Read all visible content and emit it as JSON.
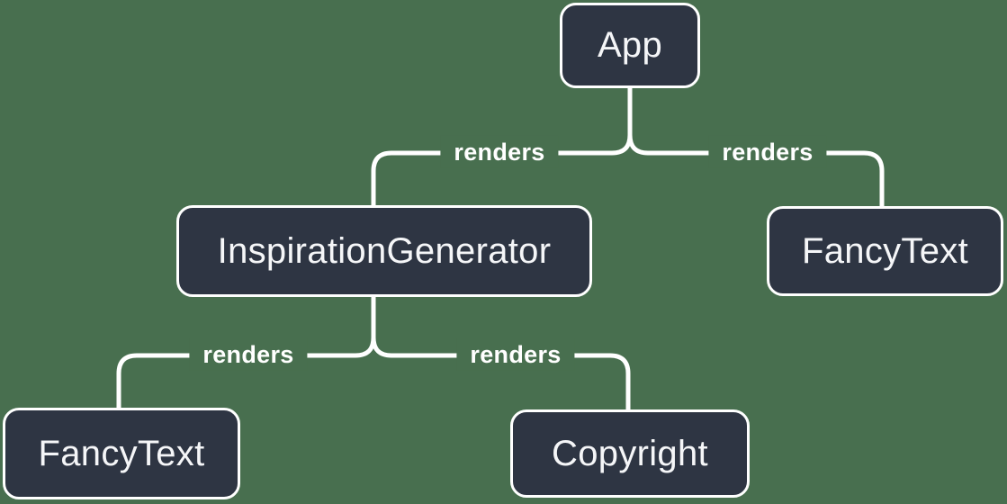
{
  "diagram": {
    "type": "component-render-tree",
    "colors": {
      "background": "#486F4F",
      "node_fill": "#2E3543",
      "node_border": "#FFFFFF",
      "line": "#FFFFFF",
      "node_text": "#F5F6F8"
    },
    "nodes": [
      {
        "id": "app",
        "label": "App"
      },
      {
        "id": "inspiration-generator",
        "label": "InspirationGenerator"
      },
      {
        "id": "fancy-text-top",
        "label": "FancyText"
      },
      {
        "id": "fancy-text-bottom",
        "label": "FancyText"
      },
      {
        "id": "copyright",
        "label": "Copyright"
      }
    ],
    "edges": [
      {
        "from": "App",
        "to": "InspirationGenerator",
        "label": "renders"
      },
      {
        "from": "App",
        "to": "FancyText",
        "label": "renders"
      },
      {
        "from": "InspirationGenerator",
        "to": "FancyText",
        "label": "renders"
      },
      {
        "from": "InspirationGenerator",
        "to": "Copyright",
        "label": "renders"
      }
    ]
  }
}
